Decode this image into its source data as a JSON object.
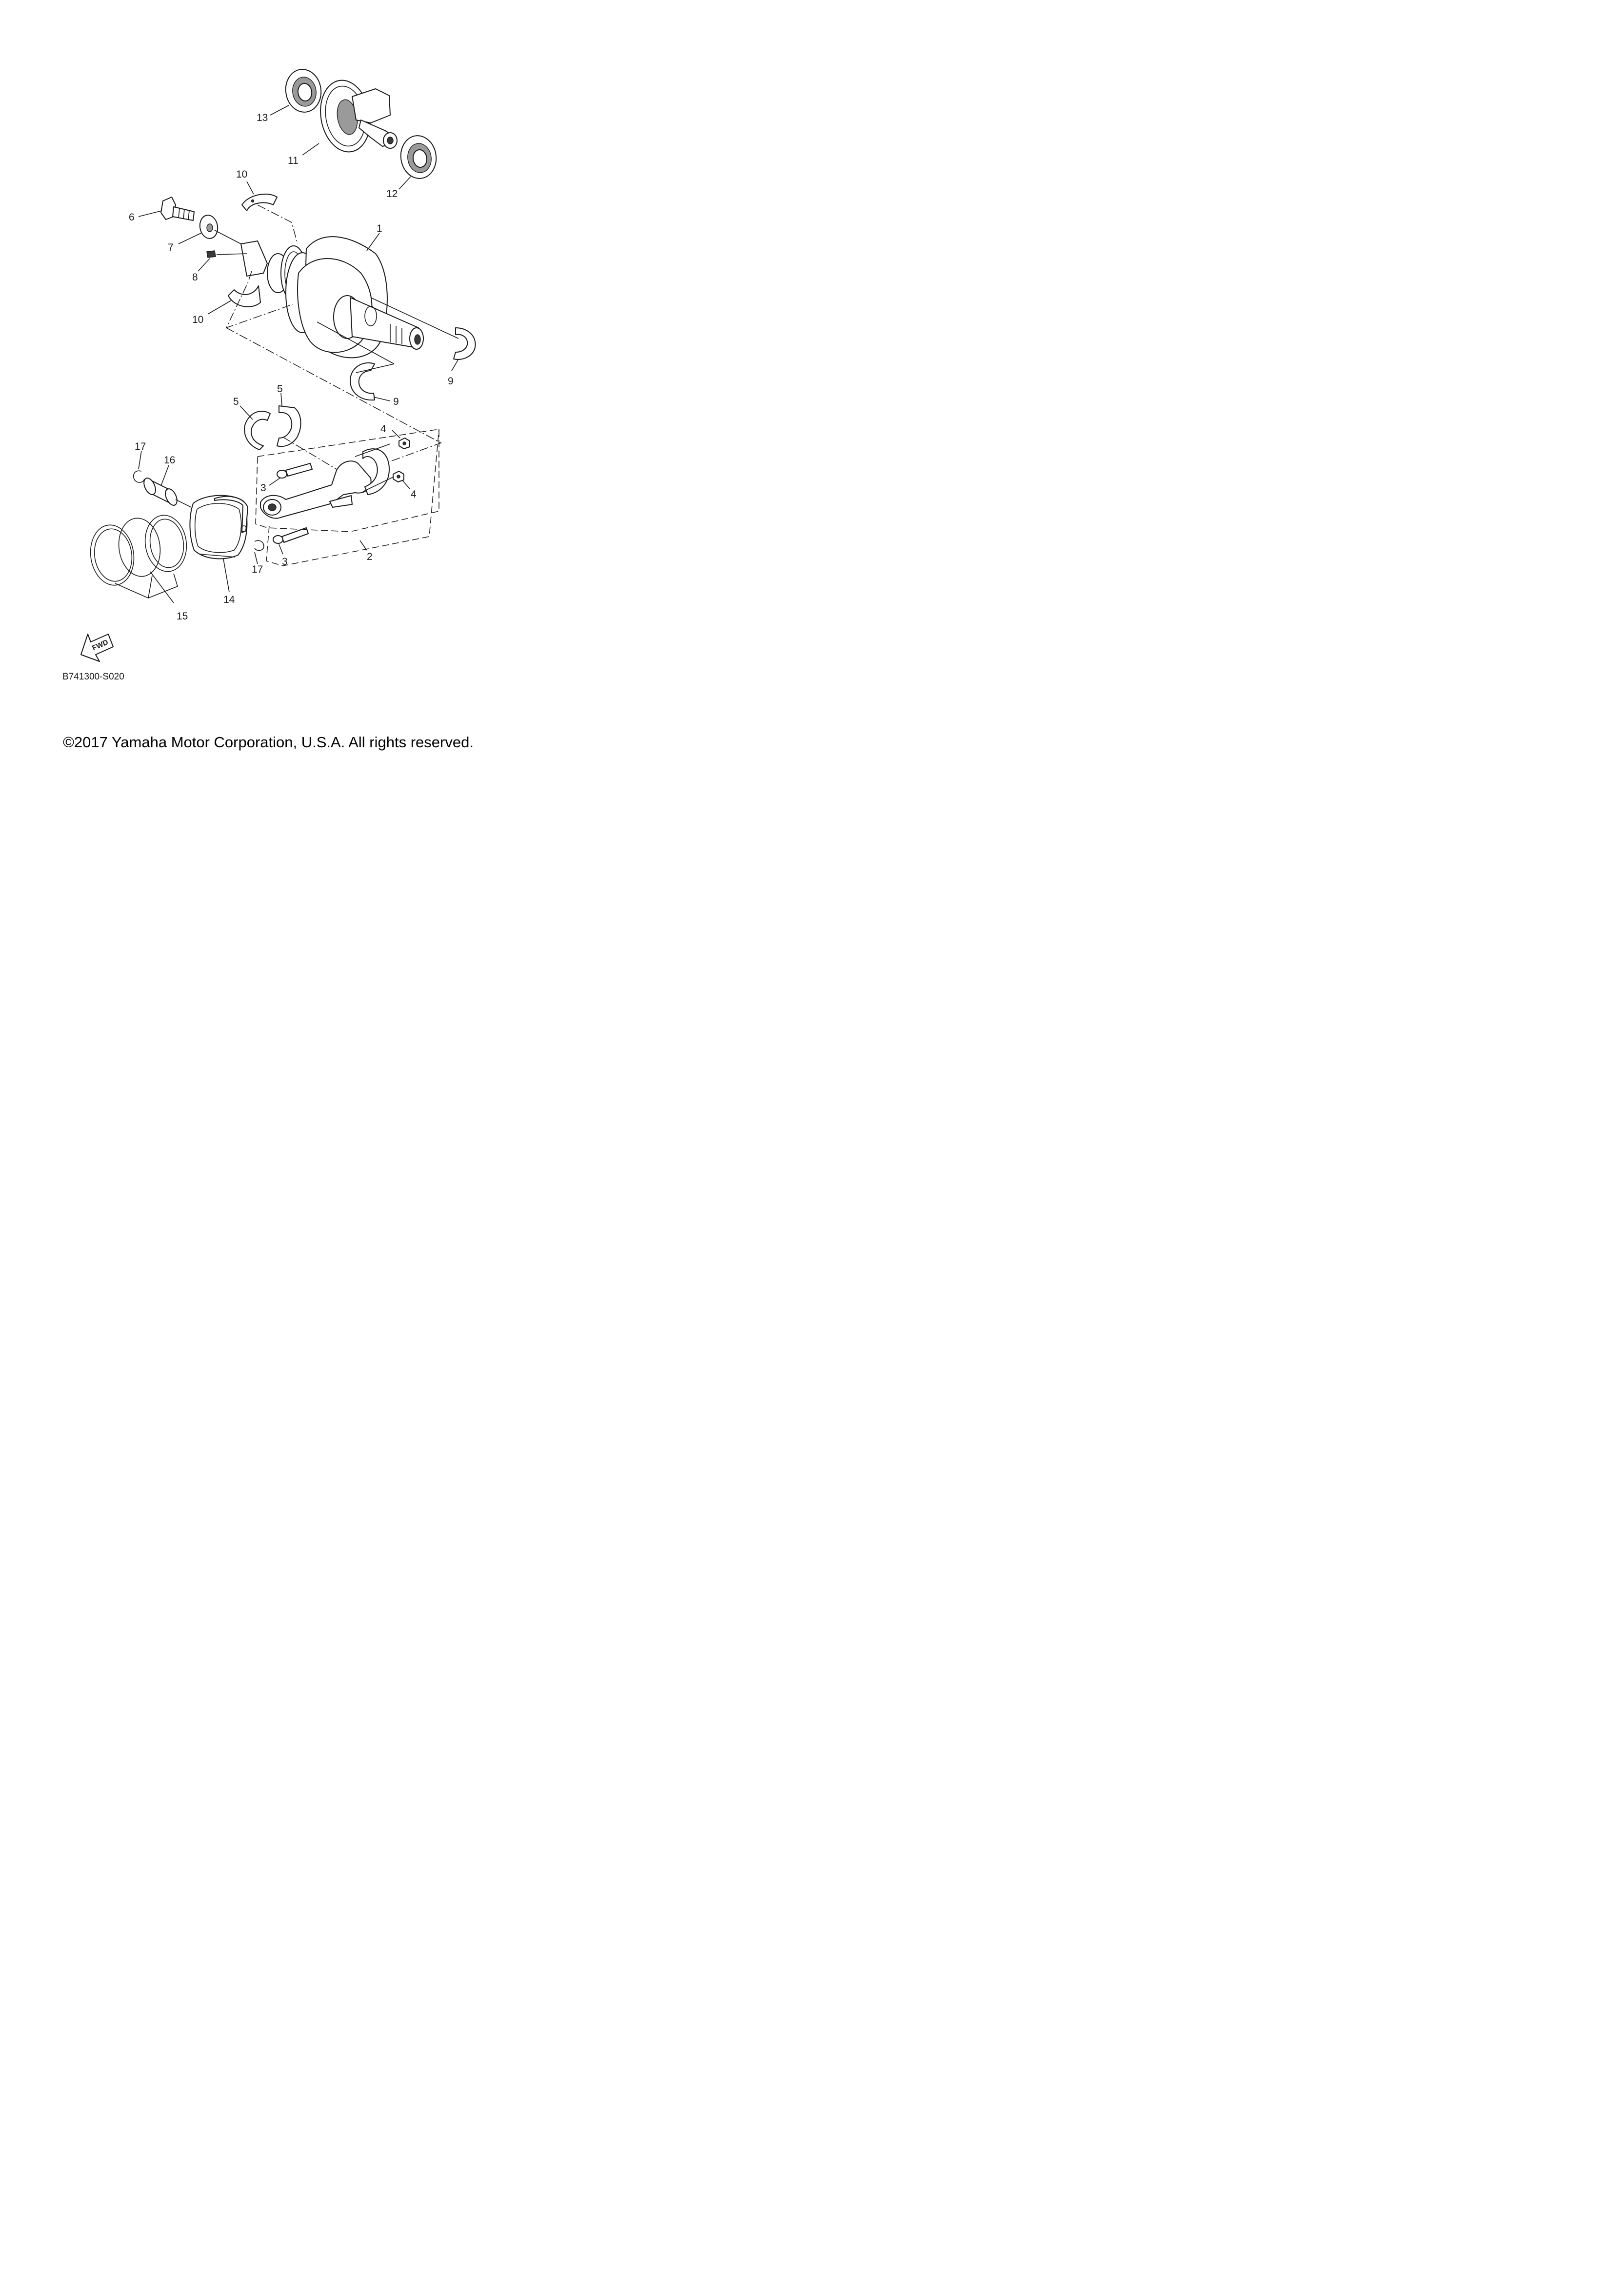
{
  "diagram": {
    "callouts": {
      "c1": "1",
      "c2": "2",
      "c3a": "3",
      "c3b": "3",
      "c4a": "4",
      "c4b": "4",
      "c5a": "5",
      "c5b": "5",
      "c6": "6",
      "c7": "7",
      "c8": "8",
      "c9a": "9",
      "c9b": "9",
      "c10a": "10",
      "c10b": "10",
      "c11": "11",
      "c12": "12",
      "c13": "13",
      "c14": "14",
      "c15": "15",
      "c16": "16",
      "c17a": "17",
      "c17b": "17"
    },
    "fwd_label": "FWD",
    "drawing_code": "B741300-S020"
  },
  "footer": {
    "copyright": "©2017 Yamaha Motor Corporation, U.S.A. All rights reserved."
  },
  "icons": {
    "direction_arrow": "fwd-arrow-icon"
  }
}
